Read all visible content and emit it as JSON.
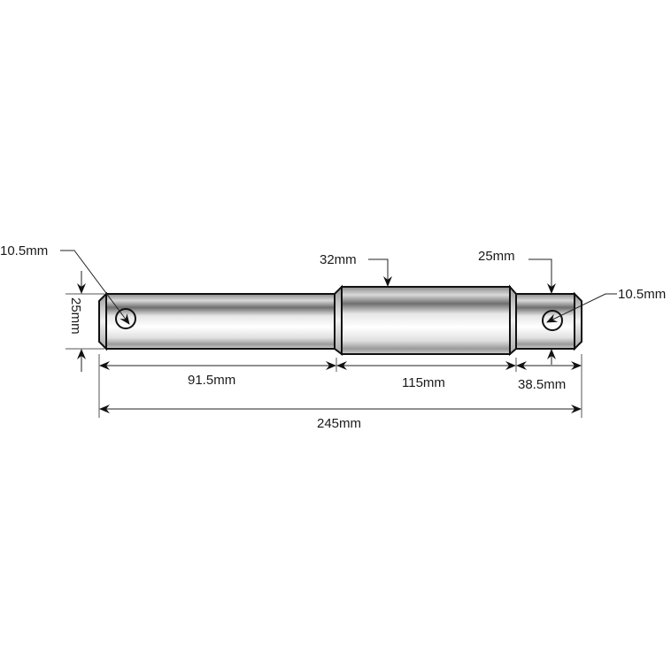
{
  "diagram": {
    "subject": "pin",
    "colors": {
      "outline": "#111111",
      "metal_dark": "#6e6e6e",
      "metal_mid": "#bdbdbd",
      "metal_light": "#ffffff",
      "dimension_line": "#222222",
      "background": "#ffffff"
    },
    "labels": {
      "left_hole_diameter": "10.5mm",
      "left_diameter": "25mm",
      "collar_diameter": "32mm",
      "right_diameter": "25mm",
      "right_hole_diameter": "10.5mm",
      "left_length": "91.5mm",
      "collar_length": "115mm",
      "right_length": "38.5mm",
      "total_length": "245mm"
    }
  }
}
